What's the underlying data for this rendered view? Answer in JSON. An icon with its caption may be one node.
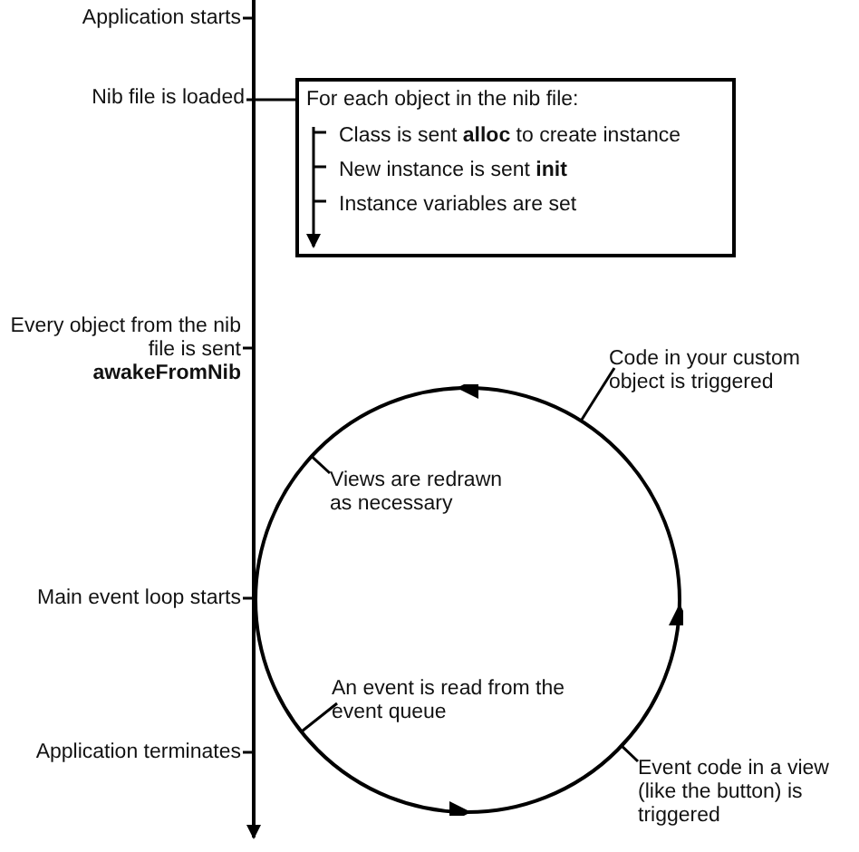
{
  "diagram": {
    "nodes": [
      {
        "text": [
          "Nib file is loaded"
        ]
      },
      {
        "text": [
          "For each object in the nib file:",
          "Class is sent **alloc** to create instance",
          "New instance is sent **init**",
          "Instance variables are set"
        ]
      },
      {
        "text": [],
        "shape": "circle"
      },
      {
        "text": [
          "Code in your custom object is triggered"
        ]
      },
      {
        "text": [
          "Views are redrawn as necessary"
        ],
        "in": 2
      },
      {
        "text": [
          "An event is read from the event queue"
        ],
        "in": 2
      },
      {
        "text": [
          "Event code in a view (like the button) is triggered"
        ]
      }
    ],
    "edges": [
      {
        "from": 0,
        "to": 1,
        "arrow": "none"
      },
      {
        "from": 3,
        "to": 2,
        "arrow": "none"
      },
      {
        "from": 4,
        "to": 2,
        "arrow": "none"
      },
      {
        "from": 5,
        "to": 2,
        "arrow": "none"
      },
      {
        "from": 6,
        "to": 2,
        "arrow": "none"
      }
    ],
    "labels": [
      "Application starts",
      "Every object from the nib file is sent **awakeFromNib**",
      "Main event loop starts",
      "Application terminates"
    ]
  }
}
